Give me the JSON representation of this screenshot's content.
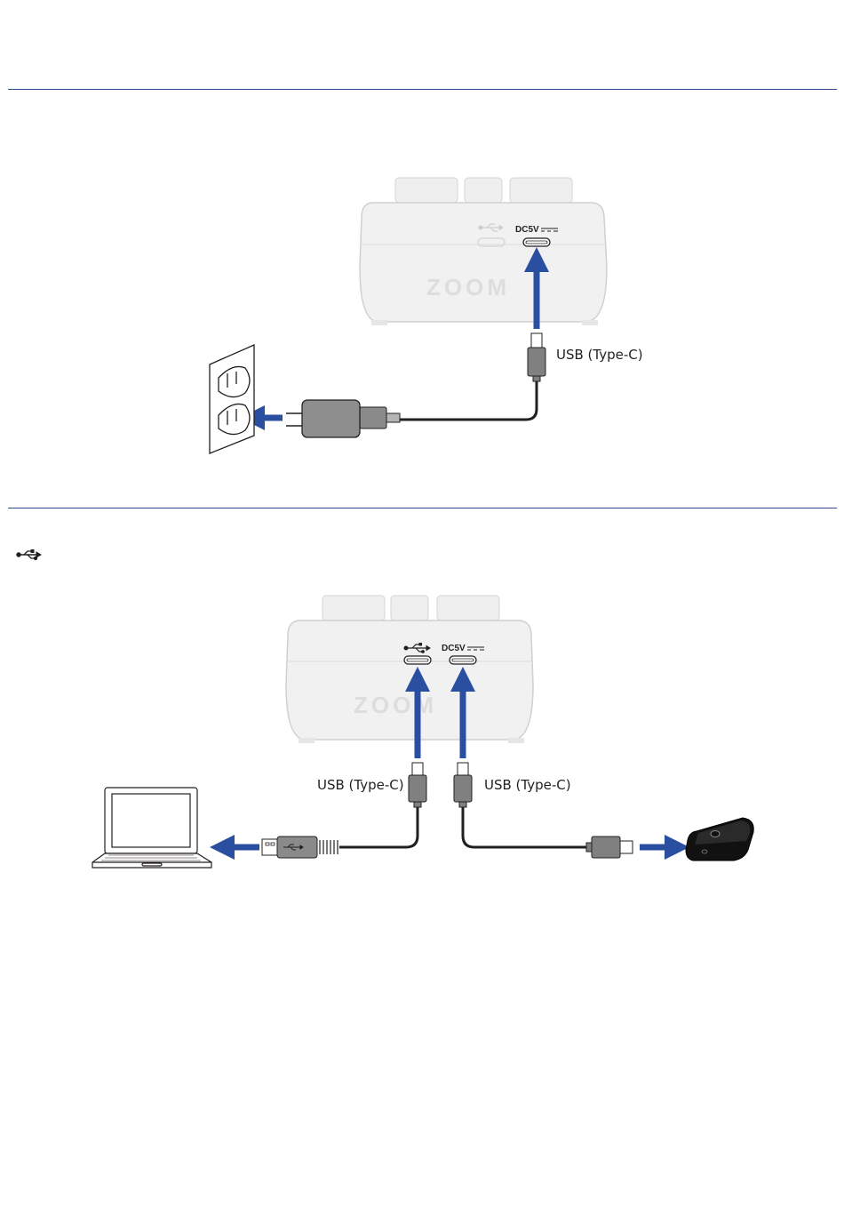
{
  "section_power": {
    "port_label": "DC5V",
    "cable_label": "USB (Type-C)"
  },
  "section_usb": {
    "usb_port_icon": "usb-symbol-icon",
    "port_label": "DC5V",
    "cable_label_left": "USB (Type-C)",
    "cable_label_right": "USB (Type-C)"
  },
  "colors": {
    "rule": "#2f4b8f",
    "arrow": "#2a4ea0",
    "device_body": "#efefef",
    "device_outline": "#cfcfcf"
  },
  "logo_text": "ZOOM"
}
